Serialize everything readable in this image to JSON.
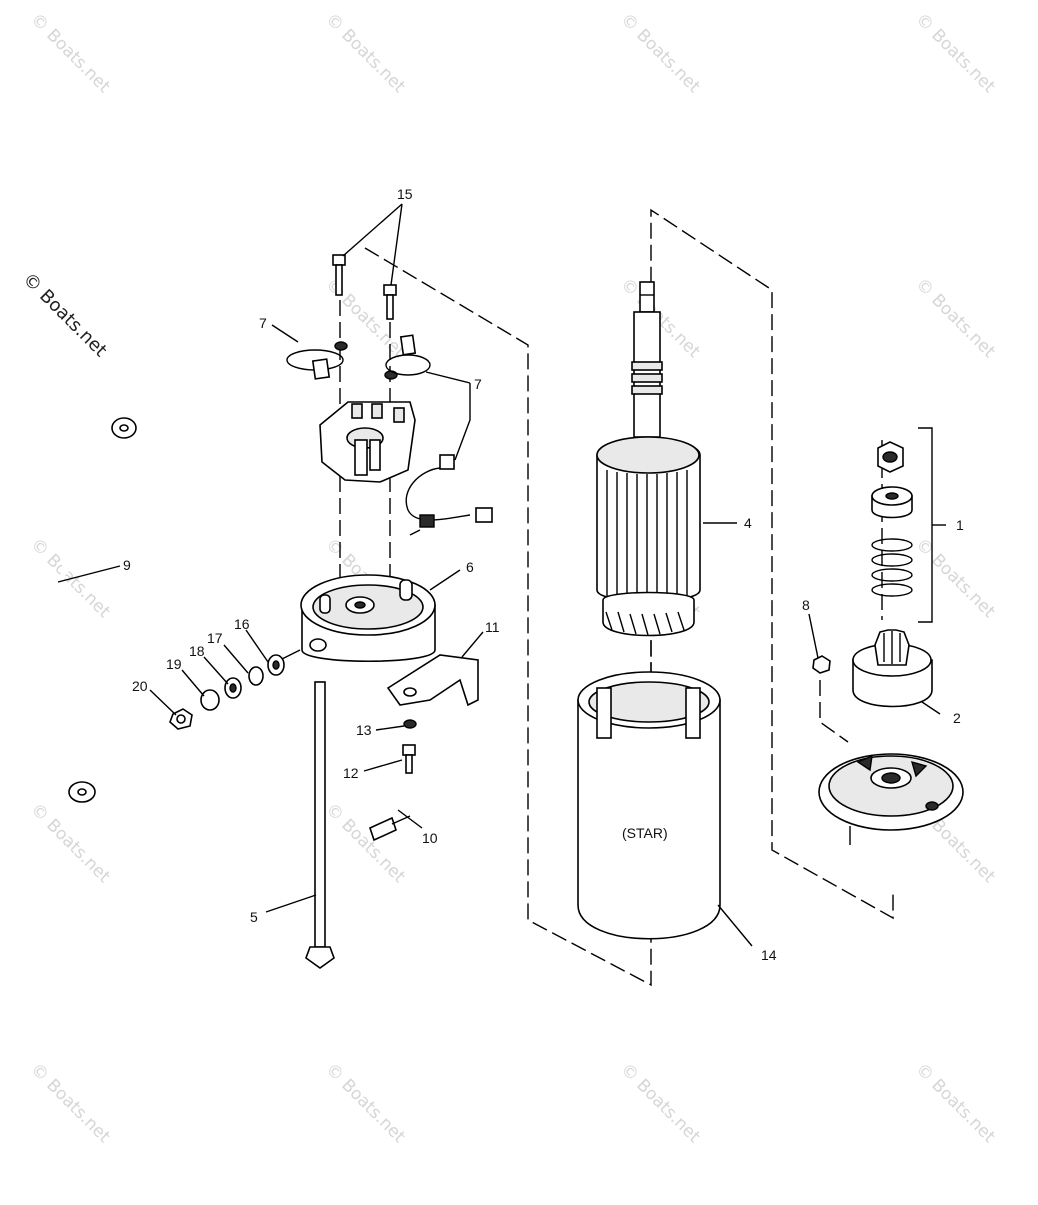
{
  "diagram": {
    "callouts": [
      {
        "id": "c1",
        "text": "1"
      },
      {
        "id": "c2",
        "text": "2"
      },
      {
        "id": "c4",
        "text": "4"
      },
      {
        "id": "c5",
        "text": "5"
      },
      {
        "id": "c6",
        "text": "6"
      },
      {
        "id": "c7a",
        "text": "7"
      },
      {
        "id": "c7b",
        "text": "7"
      },
      {
        "id": "c8",
        "text": "8"
      },
      {
        "id": "c9",
        "text": "9"
      },
      {
        "id": "c10",
        "text": "10"
      },
      {
        "id": "c11",
        "text": "11"
      },
      {
        "id": "c12",
        "text": "12"
      },
      {
        "id": "c13",
        "text": "13"
      },
      {
        "id": "c14",
        "text": "14"
      },
      {
        "id": "c15",
        "text": "15"
      },
      {
        "id": "c16",
        "text": "16"
      },
      {
        "id": "c17",
        "text": "17"
      },
      {
        "id": "c18",
        "text": "18"
      },
      {
        "id": "c19",
        "text": "19"
      },
      {
        "id": "c20",
        "text": "20"
      }
    ],
    "housing_label": "(STAR)",
    "watermark_text": "© Boats.net",
    "colors": {
      "line": "#000000",
      "watermark": "#d6d6d6",
      "background": "#ffffff"
    }
  }
}
